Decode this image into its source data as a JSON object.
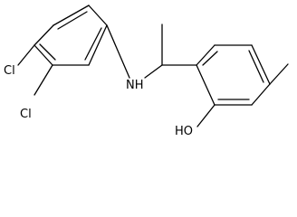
{
  "molecule": {
    "labels": {
      "cl_top": "Cl",
      "cl_bottom": "Cl",
      "nh": "NH",
      "oh": "HO"
    }
  }
}
